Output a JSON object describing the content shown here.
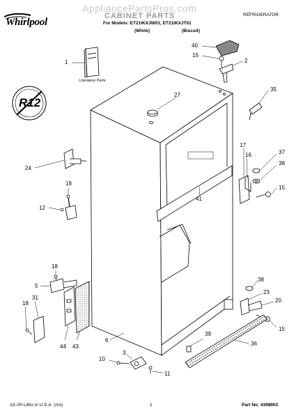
{
  "header": {
    "brand": "Whirlpool",
    "watermark": "AppliancePartsPros.com",
    "title": "CABINET PARTS",
    "category": "REFRIGERATOR",
    "models_line": "For Models: ET21IKXJW01, ET21IKXJT01",
    "color_white": "(White)",
    "color_biscuit": "(Biscuit)"
  },
  "badge": {
    "label": "R12"
  },
  "literature_label": "Literature Parts",
  "callouts": [
    {
      "id": "c40",
      "text": "40"
    },
    {
      "id": "c15a",
      "text": "15"
    },
    {
      "id": "c2",
      "text": "2"
    },
    {
      "id": "c1",
      "text": "1"
    },
    {
      "id": "c35",
      "text": "35"
    },
    {
      "id": "c27",
      "text": "27"
    },
    {
      "id": "c17",
      "text": "17"
    },
    {
      "id": "c37",
      "text": "37"
    },
    {
      "id": "c16",
      "text": "16"
    },
    {
      "id": "c38a",
      "text": "38"
    },
    {
      "id": "c15b",
      "text": "15"
    },
    {
      "id": "c24",
      "text": "24"
    },
    {
      "id": "c18a",
      "text": "18"
    },
    {
      "id": "c12",
      "text": "12"
    },
    {
      "id": "c41",
      "text": "41"
    },
    {
      "id": "c18b",
      "text": "18"
    },
    {
      "id": "c5",
      "text": "5"
    },
    {
      "id": "c38b",
      "text": "38"
    },
    {
      "id": "c23",
      "text": "23"
    },
    {
      "id": "c20",
      "text": "20"
    },
    {
      "id": "c18c",
      "text": "18"
    },
    {
      "id": "c31",
      "text": "31"
    },
    {
      "id": "c15c",
      "text": "15"
    },
    {
      "id": "c6",
      "text": "6"
    },
    {
      "id": "c39",
      "text": "39"
    },
    {
      "id": "c44",
      "text": "44"
    },
    {
      "id": "c43",
      "text": "43"
    },
    {
      "id": "c36",
      "text": "36"
    },
    {
      "id": "c10",
      "text": "10"
    },
    {
      "id": "c3",
      "text": "3"
    },
    {
      "id": "c11",
      "text": "11"
    }
  ],
  "footer": {
    "litho": "10–00 Litho in U.S.A. (ms)",
    "page": "1",
    "part_no": "Part No. 4398903"
  }
}
